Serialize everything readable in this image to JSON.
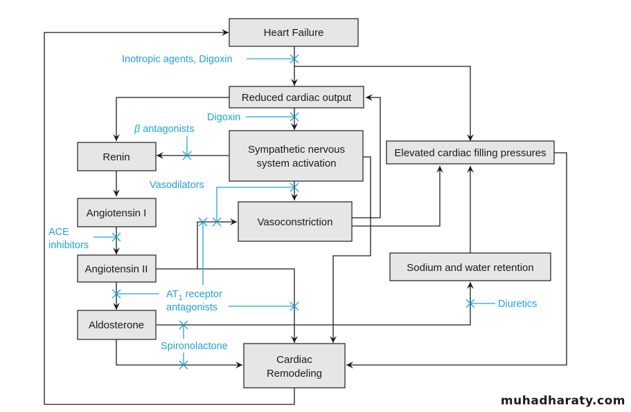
{
  "diagram": {
    "nodes": {
      "heart_failure": "Heart Failure",
      "reduced_output": "Reduced cardiac output",
      "sympathetic_line1": "Sympathetic nervous",
      "sympathetic_line2": "system activation",
      "renin": "Renin",
      "angiotensin1": "Angiotensin I",
      "angiotensin2": "Angiotensin II",
      "aldosterone": "Aldosterone",
      "vasoconstriction": "Vasoconstriction",
      "filling_pressures": "Elevated cardiac filling pressures",
      "sodium_water": "Sodium and water retention",
      "remodeling_line1": "Cardiac",
      "remodeling_line2": "Remodeling"
    },
    "drugs": {
      "inotropic": "Inotropic agents, Digoxin",
      "digoxin": "Digoxin",
      "beta": "antagonists",
      "beta_symbol": "β",
      "vasodilators": "Vasodilators",
      "ace_line1": "ACE",
      "ace_line2": "inhibitors",
      "at1_prefix": "AT",
      "at1_sub": "1",
      "at1_suffix": " receptor",
      "at1_line2": "antagonists",
      "spironolactone": "Spironolactone",
      "diuretics": "Diuretics"
    },
    "colors": {
      "drug": "#1fa3d8",
      "box_fill": "#e6e6e6",
      "line": "#1a1a1a"
    }
  },
  "watermark": "muhadharaty.com"
}
